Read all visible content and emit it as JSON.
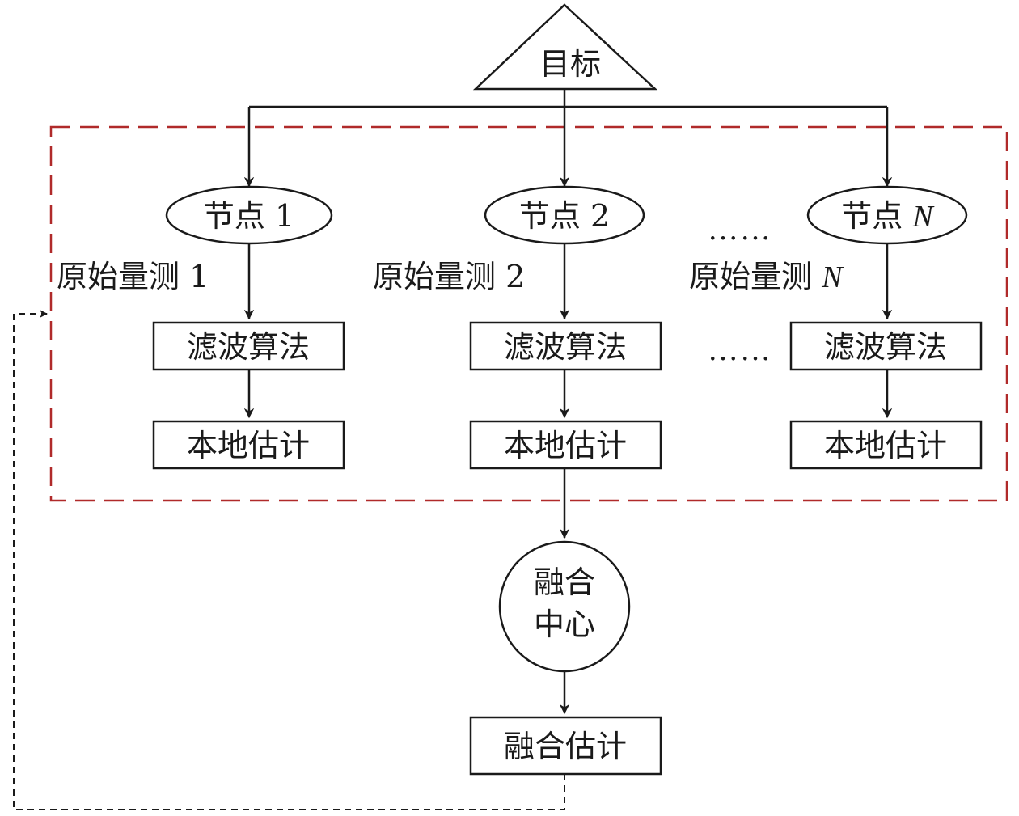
{
  "target": {
    "label": "目标"
  },
  "nodes": [
    {
      "node_label": "节点",
      "node_index": "1",
      "measurement_label": "原始量测",
      "measurement_index": "1",
      "filter_label": "滤波算法",
      "estimate_label": "本地估计"
    },
    {
      "node_label": "节点",
      "node_index": "2",
      "measurement_label": "原始量测",
      "measurement_index": "2",
      "filter_label": "滤波算法",
      "estimate_label": "本地估计"
    },
    {
      "node_label": "节点",
      "node_index": "N",
      "measurement_label": "原始量测",
      "measurement_index": "N",
      "filter_label": "滤波算法",
      "estimate_label": "本地估计"
    }
  ],
  "ellipsis": {
    "top": "……",
    "middle": "……"
  },
  "fusion_center": {
    "line1": "融合",
    "line2": "中心"
  },
  "fusion_estimate": {
    "label": "融合估计"
  },
  "colors": {
    "stroke": "#1a1a1a",
    "dashed_region": "#b02a2a",
    "background": "#ffffff"
  }
}
